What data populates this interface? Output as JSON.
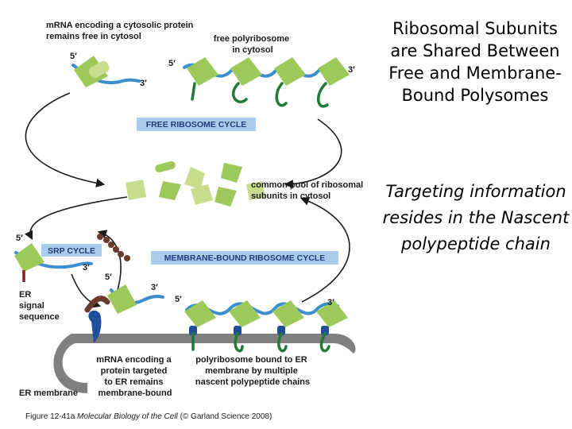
{
  "slide": {
    "title": "Ribosomal Subunits are Shared Between Free and Membrane-Bound Polysomes",
    "subtitle": "Targeting information resides in the Nascent polypeptide chain"
  },
  "figure": {
    "labels": {
      "mrna_free_line1": "mRNA encoding a cytosolic protein",
      "mrna_free_line2": "remains free in cytosol",
      "free_polyribosome_line1": "free polyribosome",
      "free_polyribosome_line2": "in cytosol",
      "free_cycle": "FREE RIBOSOME CYCLE",
      "common_pool_line1": "common pool of ribosomal",
      "common_pool_line2": "subunits in cytosol",
      "srp_cycle": "SRP CYCLE",
      "membrane_cycle": "MEMBRANE-BOUND RIBOSOME CYCLE",
      "er_signal_line1": "ER",
      "er_signal_line2": "signal",
      "er_signal_line3": "sequence",
      "mrna_er_line1": "mRNA encoding a",
      "mrna_er_line2": "protein targeted",
      "mrna_er_line3": "to ER remains",
      "mrna_er_line4": "membrane-bound",
      "polyribosome_er_line1": "polyribosome bound to ER",
      "polyribosome_er_line2": "membrane by multiple",
      "polyribosome_er_line3": "nascent polypeptide chains",
      "er_membrane": "ER membrane",
      "five_prime": "5′",
      "three_prime": "3′"
    },
    "caption": {
      "prefix": "Figure 12-41a",
      "book": "Molecular Biology of the Cell",
      "suffix": "(© Garland Science 2008)"
    }
  },
  "colors": {
    "large_subunit": "#9cc95a",
    "small_subunit": "#c8dc8e",
    "mrna": "#3b8fcf",
    "polypeptide": "#1f7a35",
    "cycle_box": "#a9cdea",
    "cycle_text": "#243a7a",
    "membrane": "#7f7f7f",
    "signal_sequence": "#8a1f1f",
    "srp": "#6b3a2a",
    "translocon": "#1f4f9a"
  }
}
